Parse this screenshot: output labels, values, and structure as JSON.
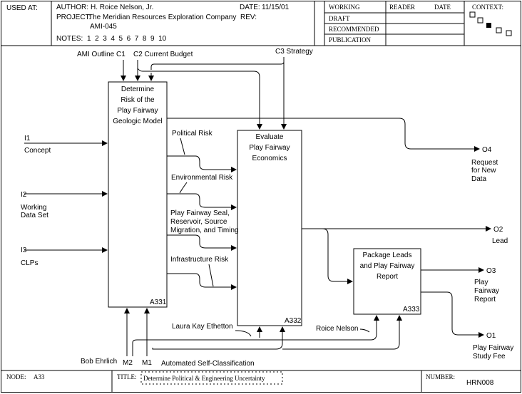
{
  "header": {
    "used_at_label": "USED AT:",
    "author_label": "AUTHOR:",
    "author": "H. Roice Nelson, Jr.",
    "date_label": "DATE:",
    "date": "11/15/01",
    "project_label": "PROJECT:",
    "project": "The Meridian Resources Exploration Company",
    "project_code": "AMI-045",
    "rev_label": "REV:",
    "notes_label": "NOTES:",
    "notes_numbers": "1  2  3  4  5  6  7  8  9  10",
    "status": [
      "WORKING",
      "DRAFT",
      "RECOMMENDED",
      "PUBLICATION"
    ],
    "reader_label": "READER",
    "date_col_label": "DATE",
    "context_label": "CONTEXT:"
  },
  "controls": {
    "c1": "AMI Outline  C1",
    "c2": "C2  Current Budget",
    "c3": "C3  Strategy"
  },
  "inputs": {
    "i1_code": "I1",
    "i1_label": "Concept",
    "i2_code": "I2",
    "i2_line1": "Working",
    "i2_line2": "Data Set",
    "i3_code": "I3",
    "i3_label": "CLPs"
  },
  "outputs": {
    "o4_code": "O4",
    "o4_line1": "Request",
    "o4_line2": "for New",
    "o4_line3": "Data",
    "o2_code": "O2",
    "o2_label": "Lead",
    "o3_code": "O3",
    "o3_line1": "Play",
    "o3_line2": "Fairway",
    "o3_line3": "Report",
    "o1_code": "O1",
    "o1_line1": "Play Fairway",
    "o1_line2": "Study Fee"
  },
  "mechanisms": {
    "m1_code": "M1",
    "m1_label": "Automated Self-Classification",
    "m2_code": "M2",
    "m2_label": "Bob Ehrlich",
    "laura": "Laura Kay Ethetton",
    "roice": "Roice Nelson"
  },
  "boxes": {
    "a331_line1": "Determine",
    "a331_line2": "Risk of the",
    "a331_line3": "Play Fairway",
    "a331_line4": "Geologic Model",
    "a331_id": "A331",
    "a332_line1": "Evaluate",
    "a332_line2": "Play Fairway",
    "a332_line3": "Economics",
    "a332_id": "A332",
    "a333_line1": "Package Leads",
    "a333_line2": "and Play Fairway",
    "a333_line3": "Report",
    "a333_id": "A333"
  },
  "arrows": {
    "political": "Political Risk",
    "environmental": "Environmental Risk",
    "seal1": "Play Fairway Seal,",
    "seal2": "Reservoir, Source",
    "seal3": "Migration, and Timing",
    "infrastructure": "Infrastructure Risk"
  },
  "footer": {
    "node_label": "NODE:",
    "node": "A33",
    "title_label": "TITLE:",
    "title": "Determine Political & Engineering Uncertainty",
    "number_label": "NUMBER:",
    "number": "HRN008"
  }
}
